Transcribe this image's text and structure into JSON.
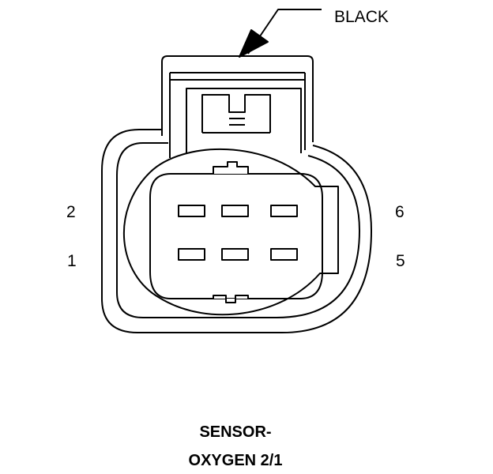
{
  "wire_color_label": "BLACK",
  "pin_labels": {
    "pin_2": "2",
    "pin_1": "1",
    "pin_6": "6",
    "pin_5": "5"
  },
  "caption": {
    "line_1": "SENSOR-",
    "line_2": "OXYGEN 2/1"
  },
  "connector": {
    "cavity_rows": 2,
    "cavities_per_row": 3,
    "stroke_color": "#000000",
    "background_color": "#ffffff"
  }
}
